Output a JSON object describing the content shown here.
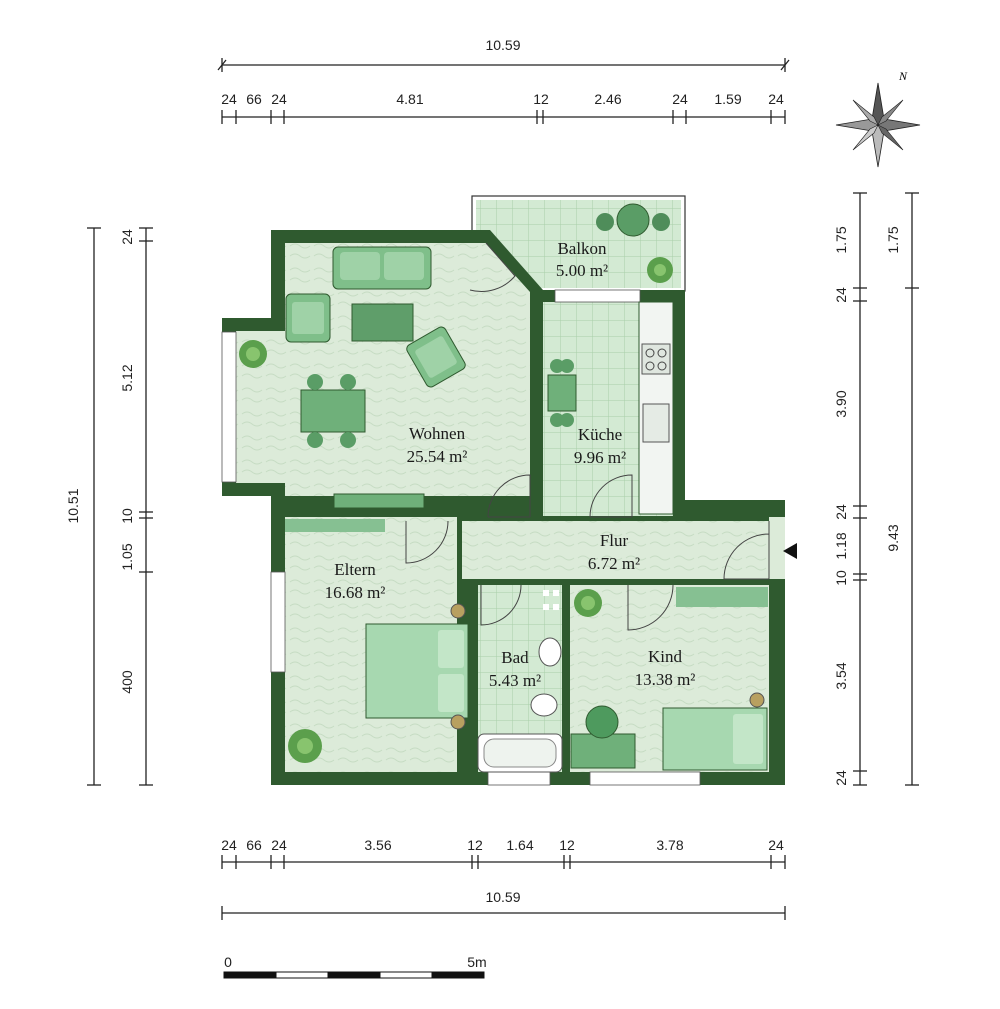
{
  "rooms": {
    "wohnen": {
      "name": "Wohnen",
      "area": "25.54 m²"
    },
    "balkon": {
      "name": "Balkon",
      "area": "5.00 m²"
    },
    "kueche": {
      "name": "Küche",
      "area": "9.96 m²"
    },
    "flur": {
      "name": "Flur",
      "area": "6.72 m²"
    },
    "eltern": {
      "name": "Eltern",
      "area": "16.68 m²"
    },
    "bad": {
      "name": "Bad",
      "area": "5.43 m²"
    },
    "kind": {
      "name": "Kind",
      "area": "13.38 m²"
    }
  },
  "dims": {
    "top_total": "10.59",
    "top_row": [
      "24",
      "66",
      "24",
      "4.81",
      "12",
      "2.46",
      "24",
      "1.59",
      "24"
    ],
    "bottom_row": [
      "24",
      "66",
      "24",
      "3.56",
      "12",
      "1.64",
      "12",
      "3.78",
      "24"
    ],
    "bottom_total": "10.59",
    "left_total": "10.51",
    "left_row": [
      "24",
      "5.12",
      "1.05",
      "10",
      "400"
    ],
    "right_inner": [
      "1.75",
      "24",
      "3.90",
      "24",
      "1.18",
      "10",
      "3.54",
      "24"
    ],
    "right_outer": [
      "1.75",
      "9.43"
    ]
  },
  "scale_bar": {
    "start": "0",
    "end": "5m"
  },
  "compass": {
    "label": "N"
  },
  "colors": {
    "floor": "#dcebd9",
    "tile": "#cfe5cf",
    "wall": "#2f5a2f",
    "furniture": "#8fc99a"
  }
}
